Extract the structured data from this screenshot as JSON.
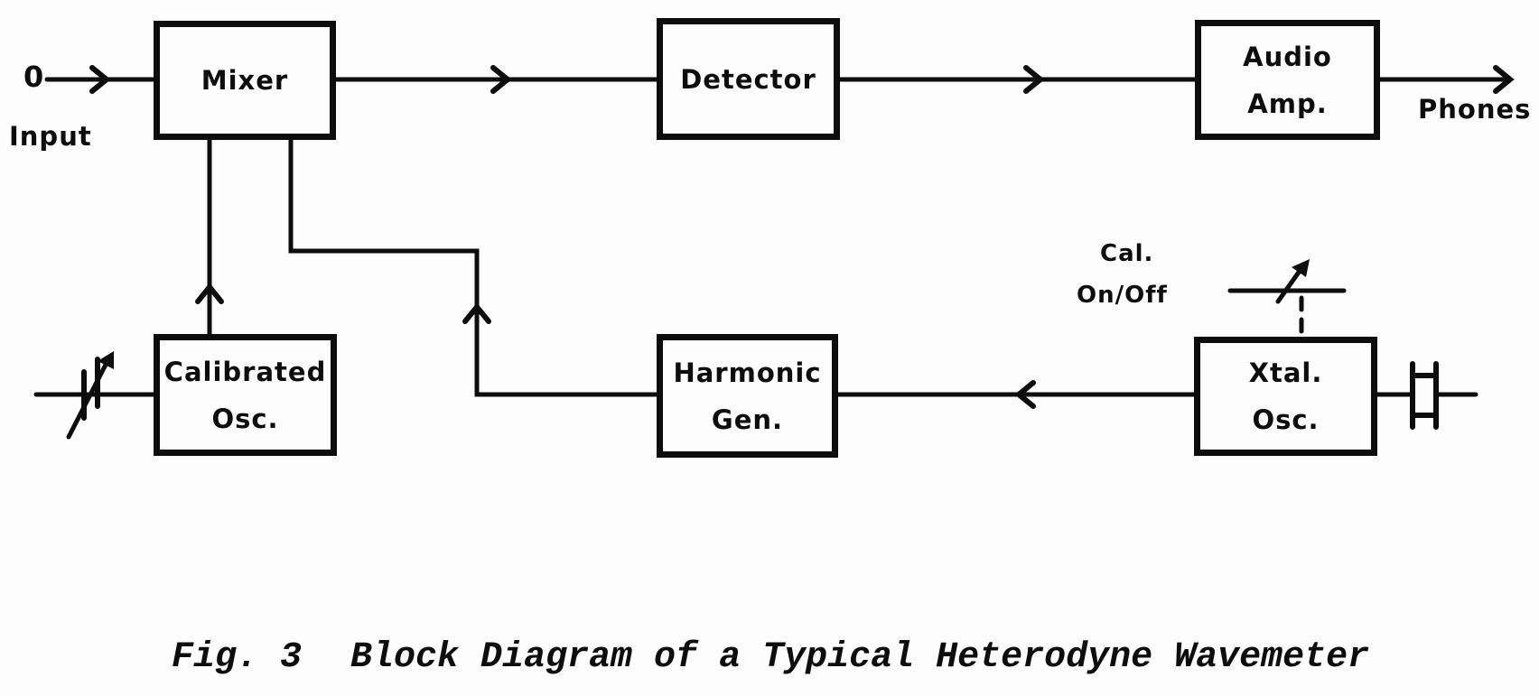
{
  "caption": {
    "prefix": "Fig. 3",
    "text": "Block Diagram of a Typical Heterodyne Wavemeter"
  },
  "blocks": {
    "mixer": {
      "label": "Mixer"
    },
    "detector": {
      "label": "Detector"
    },
    "audio_amp": {
      "line1": "Audio",
      "line2": "Amp."
    },
    "calibrated_osc": {
      "line1": "Calibrated",
      "line2": "Osc."
    },
    "harmonic_gen": {
      "line1": "Harmonic",
      "line2": "Gen."
    },
    "xtal_osc": {
      "line1": "Xtal.",
      "line2": "Osc."
    }
  },
  "labels": {
    "input_terminal": "0",
    "input": "Input",
    "phones": "Phones",
    "cal_line1": "Cal.",
    "cal_line2": "On/Off"
  },
  "symbols": {
    "variable_capacitor": "variable-capacitor-symbol",
    "crystal": "crystal-symbol",
    "cal_switch": "spst-switch-symbol"
  },
  "connections": [
    {
      "from": "input",
      "to": "mixer",
      "arrow": "right"
    },
    {
      "from": "mixer",
      "to": "detector",
      "arrow": "right"
    },
    {
      "from": "detector",
      "to": "audio_amp",
      "arrow": "right"
    },
    {
      "from": "audio_amp",
      "to": "phones",
      "arrow": "right"
    },
    {
      "from": "calibrated_osc",
      "to": "mixer",
      "arrow": "up"
    },
    {
      "from": "harmonic_gen",
      "to": "mixer",
      "arrow": "up"
    },
    {
      "from": "xtal_osc",
      "to": "harmonic_gen",
      "arrow": "left"
    },
    {
      "from": "cal_on_off_switch",
      "to": "xtal_osc",
      "arrow": "none"
    }
  ],
  "colors": {
    "ink": "#0d0d0d",
    "paper": "#fdfdfd",
    "artifact": "#c9c9c9"
  }
}
